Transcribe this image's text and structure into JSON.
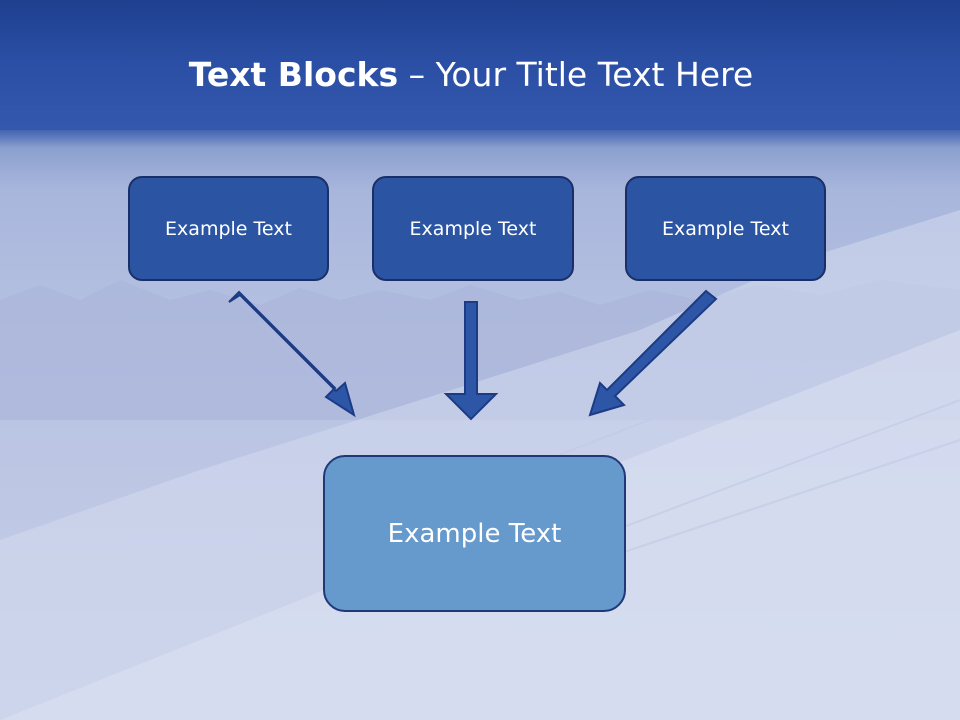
{
  "slide": {
    "title_bold": "Text Blocks",
    "title_dash": " – ",
    "title_rest": "Your Title Text Here"
  },
  "blocks": {
    "left": "Example Text",
    "center": "Example Text",
    "right": "Example Text",
    "target": "Example Text"
  },
  "colors": {
    "header": "#2a4ea3",
    "box_fill": "#2b55a2",
    "box_border": "#1a2f68",
    "target_fill": "#6699cc",
    "arrow_fill": "#2d56a6"
  }
}
